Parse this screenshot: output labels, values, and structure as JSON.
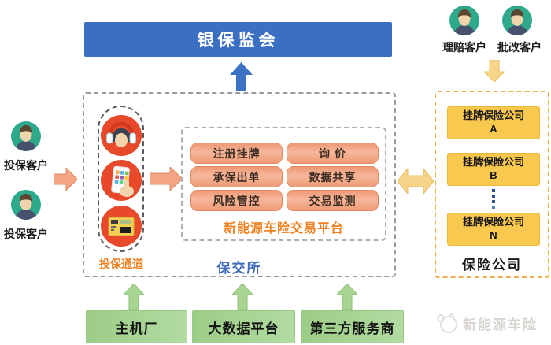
{
  "regulator": {
    "label": "银保监会"
  },
  "top_clients": {
    "claims": "理赔客户",
    "amendment": "批改客户"
  },
  "left_clients": {
    "first": "投保客户",
    "second": "投保客户"
  },
  "exchange": {
    "name": "保交所",
    "channel_label": "投保通道",
    "channel_icons": [
      "customer-service-agent",
      "mobile-app",
      "self-service-terminal"
    ],
    "platform": {
      "name": "新能源车险交易平台",
      "functions": [
        "注册挂牌",
        "询 价",
        "承保出单",
        "数据共享",
        "风险管控",
        "交易监测"
      ]
    }
  },
  "insurers": {
    "group_label": "保险公司",
    "companies": [
      {
        "name": "挂牌保险公司",
        "suffix": "A"
      },
      {
        "name": "挂牌保险公司",
        "suffix": "B"
      },
      {
        "name": "挂牌保险公司",
        "suffix": "N"
      }
    ]
  },
  "partners": [
    "主机厂",
    "大数据平台",
    "第三方服务商"
  ],
  "watermark": {
    "label": "新能源车险"
  },
  "colors": {
    "regulator_blue": "#3b6fc2",
    "platform_button_fill": "#f2a17c",
    "platform_button_border": "#e5875f",
    "accent_orange_text": "#ef8020",
    "exchange_blue_text": "#3f6cba",
    "insurer_yellow_fill": "#f8c84f",
    "insurer_yellow_border": "#e9b63a",
    "insurer_dashed_border": "#f0ae4e",
    "partner_green_fill": "#a9d596",
    "arrow_green": "#a8d494",
    "arrow_yellow": "#f6d489",
    "arrow_salmon": "#f2a484",
    "avatar_green": "#2fa98c",
    "channel_icon_red": "#e8492a"
  }
}
